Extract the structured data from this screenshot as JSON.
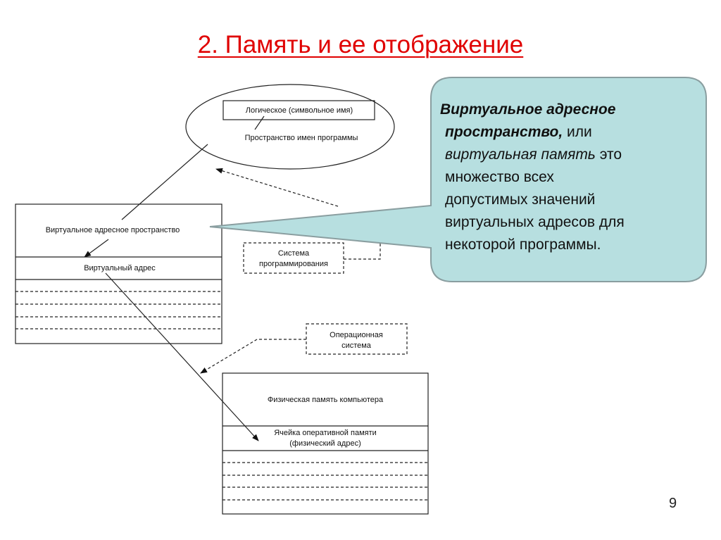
{
  "title": "2. Память и ее отображение",
  "page_number": "9",
  "diagram": {
    "logical_name": "Логическое (символьное имя)",
    "namespace": "Пространство имен программы",
    "virtual_space": "Виртуальное адресное пространство",
    "virtual_address": "Виртуальный адрес",
    "prog_system_line1": "Система",
    "prog_system_line2": "программирования",
    "os_line1": "Операционная",
    "os_line2": "система",
    "physical_memory": "Физическая память компьютера",
    "cell_line1": "Ячейка оперативной памяти",
    "cell_line2": "(физический адрес)"
  },
  "callout": {
    "line1": "Виртуальное адресное",
    "line2_bold": "пространство,",
    "line2_rest": " или",
    "line3_italic": "виртуальная память",
    "line3_rest": " это",
    "line4": "множество всех",
    "line5": "допустимых значений",
    "line6": "виртуальных адресов для",
    "line7": "некоторой программы."
  },
  "colors": {
    "title": "#e00000",
    "callout_fill": "#b7dfe0",
    "callout_border": "#8a9ea0"
  }
}
